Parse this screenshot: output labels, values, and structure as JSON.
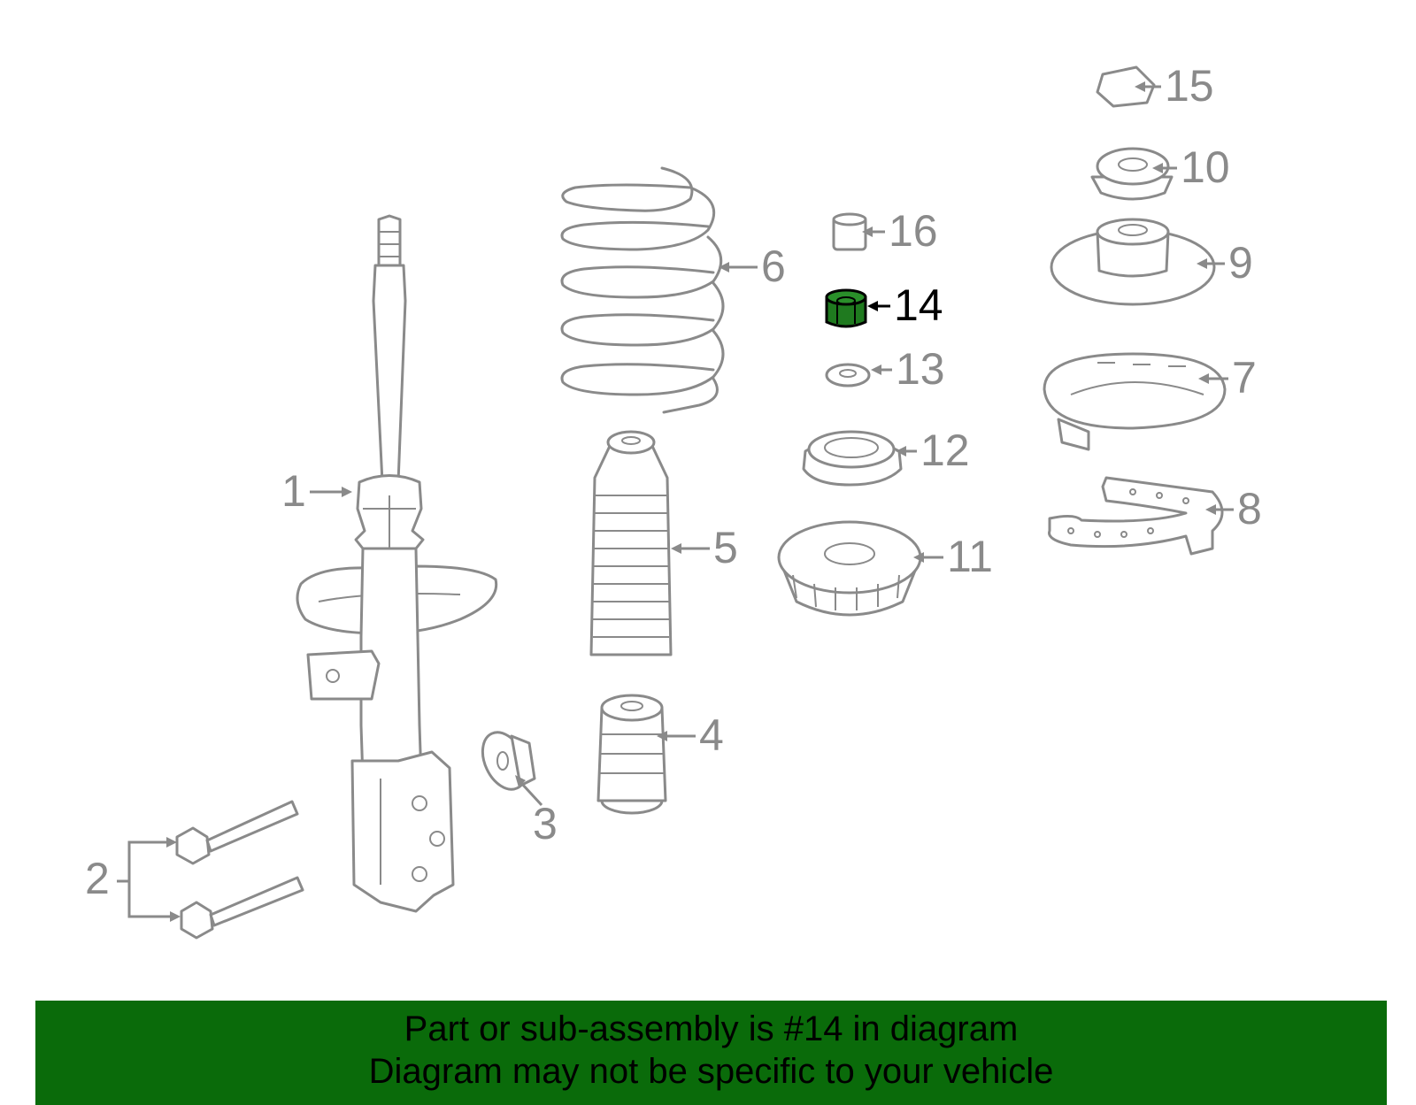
{
  "diagram": {
    "highlighted_part": "14",
    "highlight_color": "#1f7a1f",
    "line_color": "#8a8a8a",
    "callouts": [
      "1",
      "2",
      "3",
      "4",
      "5",
      "6",
      "7",
      "8",
      "9",
      "10",
      "11",
      "12",
      "13",
      "14",
      "15",
      "16"
    ]
  },
  "footer": {
    "line1": "Part or sub-assembly is #14 in diagram",
    "line2": "Diagram may not be specific to your vehicle",
    "background": "#0a6b0a"
  }
}
